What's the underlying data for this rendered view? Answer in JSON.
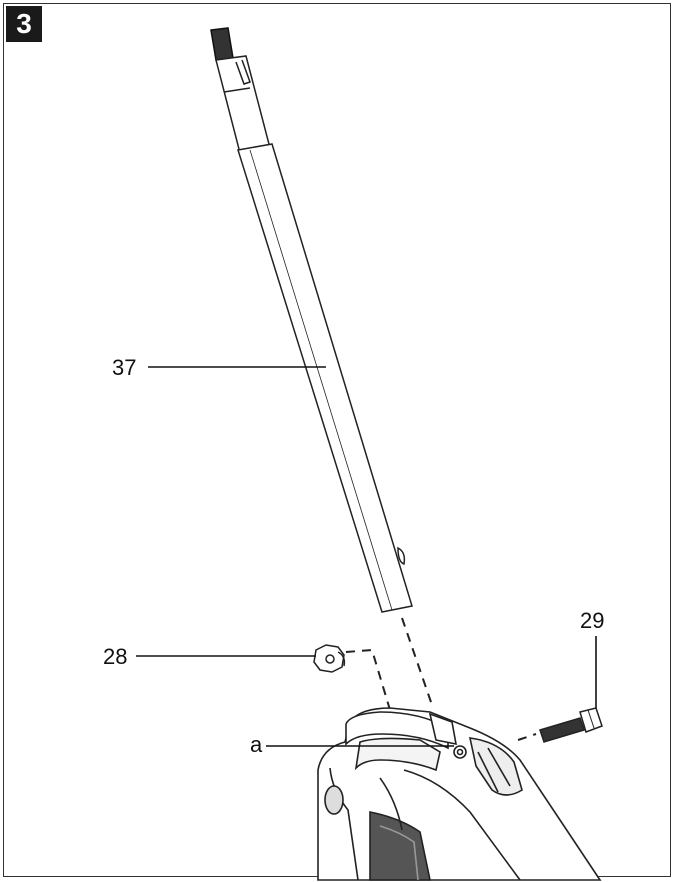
{
  "figure": {
    "step_number": "3"
  },
  "callouts": {
    "part_37": "37",
    "part_28": "28",
    "part_29": "29",
    "detail_a": "a"
  }
}
